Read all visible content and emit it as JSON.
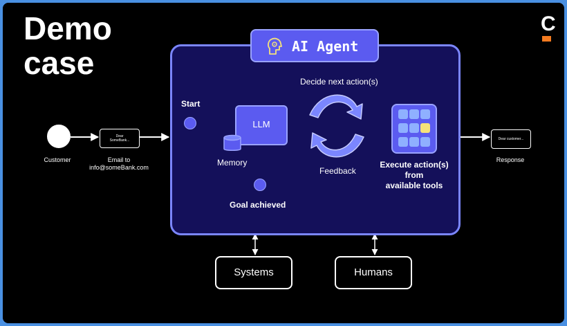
{
  "slide": {
    "title_line1": "Demo",
    "title_line2": "case",
    "logo_letter": "C"
  },
  "agent": {
    "label": "AI Agent",
    "icon": "brain-head-icon",
    "start_label": "Start",
    "llm_label": "LLM",
    "memory_label": "Memory",
    "goal_label": "Goal achieved",
    "decide_label": "Decide next action(s)",
    "feedback_label": "Feedback",
    "execute_line1": "Execute action(s)",
    "execute_line2": "from",
    "execute_line3": "available tools"
  },
  "flow": {
    "customer_label": "Customer",
    "email_card_line1": "Dear",
    "email_card_line2": "SomeBank...",
    "email_to_line1": "Email to",
    "email_to_line2": "info@someBank.com",
    "response_card": "Dear customer...",
    "response_label": "Response"
  },
  "externals": {
    "systems_label": "Systems",
    "humans_label": "Humans"
  },
  "colors": {
    "agent_fill": "#14105a",
    "agent_border": "#7b86ff",
    "accent": "#5b5bf0",
    "tool_highlight": "#f5e27a",
    "logo_accent": "#f47b20"
  }
}
